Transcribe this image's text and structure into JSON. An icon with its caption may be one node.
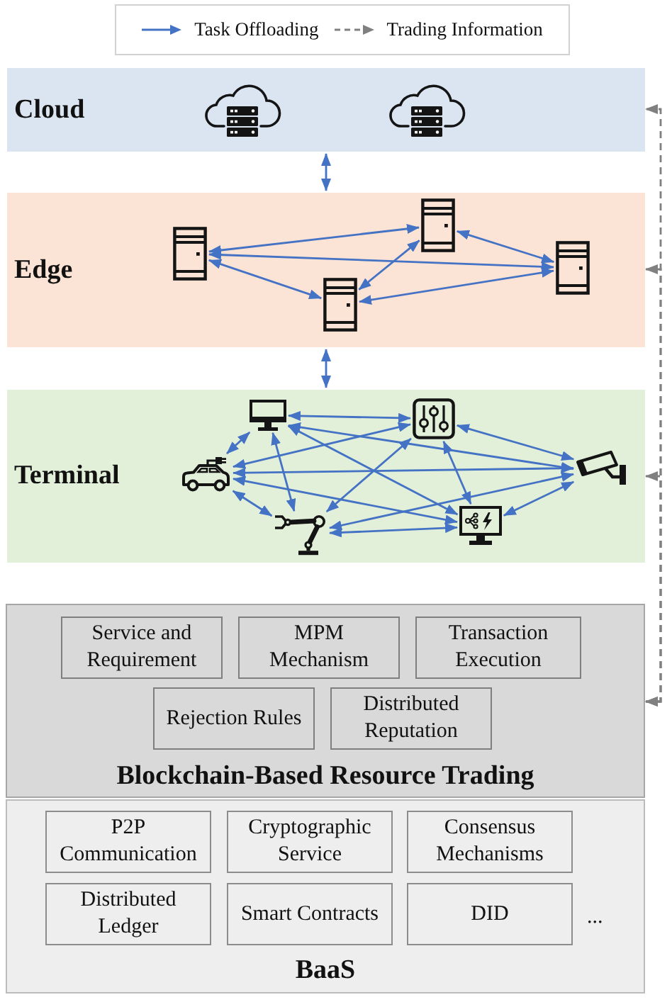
{
  "diagram": {
    "nodes": [
      {
        "text": [
          "Cloud"
        ]
      },
      {
        "text": [],
        "shape": "picture",
        "in": 0
      },
      {
        "text": [],
        "shape": "picture",
        "in": 0
      },
      {
        "text": [
          "Edge"
        ]
      },
      {
        "text": [],
        "shape": "picture",
        "in": 3
      },
      {
        "text": [],
        "shape": "picture",
        "in": 3
      },
      {
        "text": [],
        "shape": "picture",
        "in": 3
      },
      {
        "text": [],
        "shape": "picture",
        "in": 3
      },
      {
        "text": [
          "Terminal"
        ]
      },
      {
        "text": [],
        "shape": "picture",
        "in": 8
      },
      {
        "text": [],
        "shape": "picture",
        "in": 8
      },
      {
        "text": [],
        "shape": "picture",
        "in": 8
      },
      {
        "text": [],
        "shape": "picture",
        "in": 8
      },
      {
        "text": [],
        "shape": "picture",
        "in": 8
      },
      {
        "text": [],
        "shape": "picture",
        "in": 8
      },
      {
        "text": [
          "Blockchain-Based Resource Trading"
        ]
      },
      {
        "text": [
          "Service and Requirement"
        ],
        "in": 15
      },
      {
        "text": [
          "MPM Mechanism"
        ],
        "in": 15
      },
      {
        "text": [
          "Transaction Execution"
        ],
        "in": 15
      },
      {
        "text": [
          "Rejection Rules"
        ],
        "in": 15
      },
      {
        "text": [
          "Distributed Reputation"
        ],
        "in": 15
      },
      {
        "text": [
          "BaaS"
        ]
      },
      {
        "text": [
          "P2P Communication"
        ],
        "in": 21
      },
      {
        "text": [
          "Cryptographic Service"
        ],
        "in": 21
      },
      {
        "text": [
          "Consensus Mechanisms"
        ],
        "in": 21
      },
      {
        "text": [
          "Distributed Ledger"
        ],
        "in": 21
      },
      {
        "text": [
          "Smart Contracts"
        ],
        "in": 21
      },
      {
        "text": [
          "DID"
        ],
        "in": 21
      }
    ],
    "edges": [
      {
        "from": 0,
        "to": 3,
        "arrow": "both"
      },
      {
        "from": 3,
        "to": 8,
        "arrow": "both"
      },
      {
        "from": 4,
        "to": 6,
        "arrow": "both"
      },
      {
        "from": 4,
        "to": 7,
        "arrow": "both"
      },
      {
        "from": 4,
        "to": 5,
        "arrow": "both"
      },
      {
        "from": 5,
        "to": 6,
        "arrow": "both"
      },
      {
        "from": 6,
        "to": 7,
        "arrow": "both"
      },
      {
        "from": 5,
        "to": 7,
        "arrow": "both"
      },
      {
        "from": 9,
        "to": 10,
        "arrow": "both"
      },
      {
        "from": 9,
        "to": 11,
        "arrow": "both"
      },
      {
        "from": 9,
        "to": 12,
        "arrow": "both"
      },
      {
        "from": 9,
        "to": 13,
        "arrow": "both"
      },
      {
        "from": 9,
        "to": 14,
        "arrow": "both"
      },
      {
        "from": 10,
        "to": 11,
        "arrow": "both"
      },
      {
        "from": 10,
        "to": 12,
        "arrow": "both"
      },
      {
        "from": 10,
        "to": 13,
        "arrow": "both"
      },
      {
        "from": 10,
        "to": 14,
        "arrow": "both"
      },
      {
        "from": 11,
        "to": 12,
        "arrow": "both"
      },
      {
        "from": 11,
        "to": 13,
        "arrow": "both"
      },
      {
        "from": 11,
        "to": 14,
        "arrow": "both"
      },
      {
        "from": 12,
        "to": 13,
        "arrow": "both"
      },
      {
        "from": 12,
        "to": 14,
        "arrow": "both"
      },
      {
        "from": 13,
        "to": 14,
        "arrow": "both"
      },
      {
        "from": 15,
        "to": 0,
        "arrow": "both",
        "style": "dashed",
        "color": "#808080"
      },
      {
        "from": 15,
        "to": 3,
        "arrow": "both",
        "style": "dashed",
        "color": "#808080"
      },
      {
        "from": 15,
        "to": 8,
        "arrow": "both",
        "style": "dashed",
        "color": "#808080"
      }
    ],
    "labels": [
      "..."
    ],
    "legend": [
      {
        "text": "Task Offloading"
      },
      {
        "text": "Trading Information"
      }
    ]
  }
}
